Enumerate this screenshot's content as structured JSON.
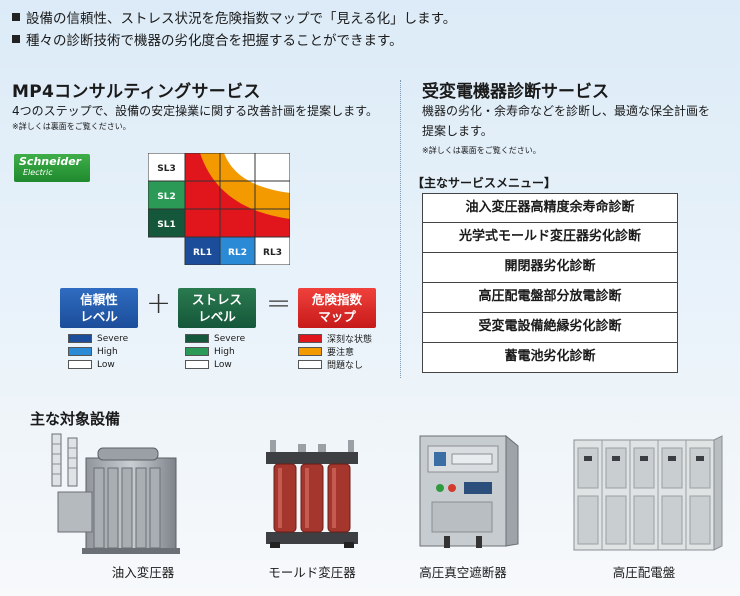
{
  "bullets": [
    "設備の信頼性、ストレス状況を危険指数マップで「見える化」します。",
    "種々の診断技術で機器の劣化度合を把握することができます。"
  ],
  "left": {
    "title": "MP4コンサルティングサービス",
    "subtitle": "4つのステップで、設備の安定操業に関する改善計画を提案します。",
    "note": "※詳しくは裏面をご覧ください。",
    "logo_line1": "Schneider",
    "logo_line2": "Electric",
    "matrix": {
      "rows": [
        "SL3",
        "SL2",
        "SL1"
      ],
      "cols": [
        "RL1",
        "RL2",
        "RL3"
      ]
    },
    "formula": {
      "box1": [
        "信頼性",
        "レベル"
      ],
      "box2": [
        "ストレス",
        "レベル"
      ],
      "box3": [
        "危険指数",
        "マップ"
      ],
      "plus": "+",
      "equals": "="
    },
    "legend1": [
      "Severe",
      "High",
      "Low"
    ],
    "legend2": [
      "Severe",
      "High",
      "Low"
    ],
    "legend3": [
      "深刻な状態",
      "要注意",
      "問題なし"
    ]
  },
  "right": {
    "title": "受変電機器診断サービス",
    "subtitle_line1": "機器の劣化・余寿命などを診断し、最適な保全計画を",
    "subtitle_line2": "提案します。",
    "note": "※詳しくは裏面をご覧ください。",
    "menu_header": "【主なサービスメニュー】",
    "menu_items": [
      "油入変圧器高精度余寿命診断",
      "光学式モールド変圧器劣化診断",
      "開閉器劣化診断",
      "高圧配電盤部分放電診断",
      "受変電設備絶縁劣化診断",
      "蓄電池劣化診断"
    ]
  },
  "equipment": {
    "title": "主な対象設備",
    "items": [
      "油入変圧器",
      "モールド変圧器",
      "高圧真空遮断器",
      "高圧配電盤"
    ]
  },
  "colors": {
    "severe_red": "#e0161c",
    "high_orange": "#f39a00",
    "blue_severe": "#1c4d9a",
    "blue_high": "#2b8ad6",
    "green_severe": "#15573a",
    "green_high": "#2a9a56"
  }
}
